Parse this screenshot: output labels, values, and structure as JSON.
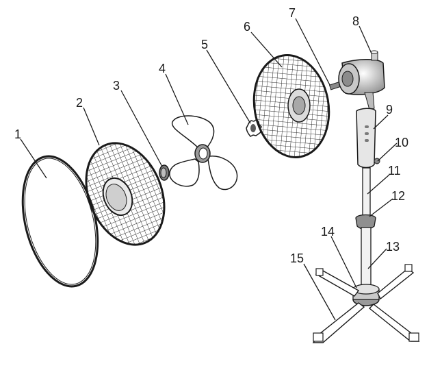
{
  "diagram": {
    "parts": [
      {
        "number": "1"
      },
      {
        "number": "2"
      },
      {
        "number": "3"
      },
      {
        "number": "4"
      },
      {
        "number": "5"
      },
      {
        "number": "6"
      },
      {
        "number": "7"
      },
      {
        "number": "8"
      },
      {
        "number": "9"
      },
      {
        "number": "10"
      },
      {
        "number": "11"
      },
      {
        "number": "12"
      },
      {
        "number": "13"
      },
      {
        "number": "14"
      },
      {
        "number": "15"
      }
    ]
  }
}
